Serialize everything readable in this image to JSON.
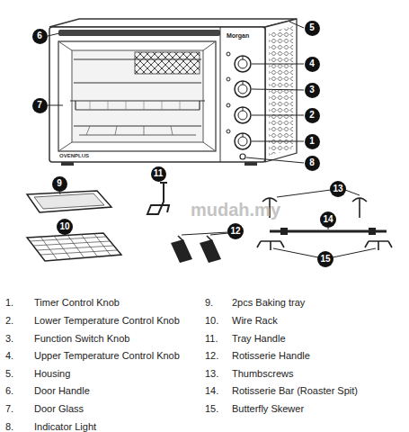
{
  "diagram": {
    "nodes": [
      {
        "text": [
          "1"
        ]
      },
      {
        "text": [
          "2"
        ]
      },
      {
        "text": [
          "3"
        ]
      },
      {
        "text": [
          "4"
        ]
      },
      {
        "text": [
          "5"
        ]
      },
      {
        "text": [
          "6"
        ]
      },
      {
        "text": [
          "7"
        ]
      },
      {
        "text": [
          "8"
        ]
      },
      {
        "text": [
          "9"
        ]
      },
      {
        "text": [
          "10"
        ]
      },
      {
        "text": [
          "11"
        ]
      },
      {
        "text": [
          "12"
        ]
      },
      {
        "text": [
          "13"
        ]
      },
      {
        "text": [
          "14"
        ]
      },
      {
        "text": [
          "15"
        ]
      }
    ],
    "labels": [
      "1.",
      "Timer Control Knob",
      "2.",
      "Lower Temperature Control Knob",
      "3.",
      "Function Switch Knob",
      "4.",
      "Upper Temperature Control Knob",
      "5.",
      "Housing",
      "6.",
      "Door Handle",
      "7.",
      "Door Glass",
      "8.",
      "Indicator Light",
      "9.",
      "2pcs Baking tray",
      "10.",
      "Wire Rack",
      "11.",
      "Tray Handle",
      "12.",
      "Rotisserie Handle",
      "13.",
      "Thumbscrews",
      "14.",
      "Rotisserie Bar (Roaster Spit)",
      "15.",
      "Butterfly Skewer",
      "Morgan",
      "OVENPLUS",
      "mudah.my"
    ]
  }
}
